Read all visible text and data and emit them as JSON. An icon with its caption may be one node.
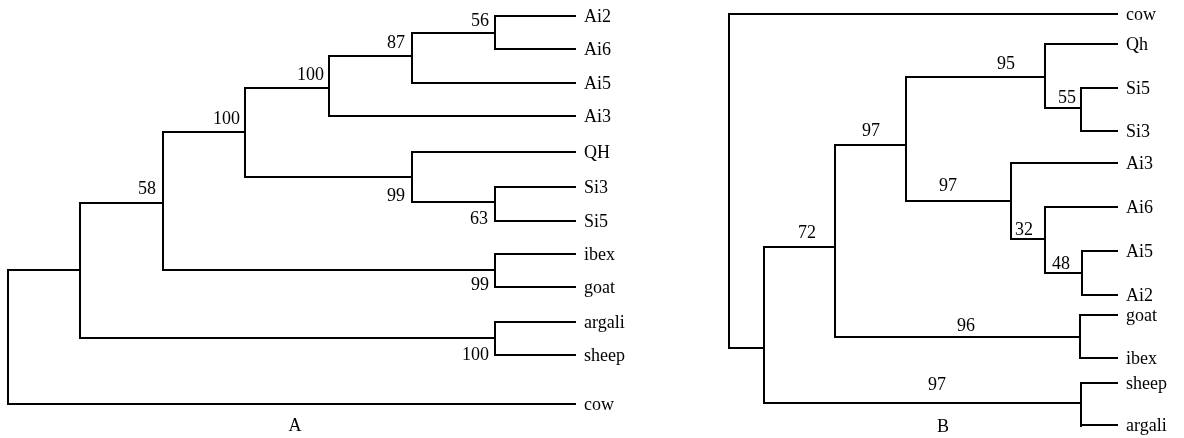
{
  "diagram": {
    "nodes": [
      {
        "text": [
          "Ai2"
        ]
      },
      {
        "text": [
          "Ai6"
        ]
      },
      {
        "text": [
          "Ai5"
        ]
      },
      {
        "text": [
          "Ai3"
        ]
      },
      {
        "text": [
          "QH"
        ]
      },
      {
        "text": [
          "Si3"
        ]
      },
      {
        "text": [
          "Si5"
        ]
      },
      {
        "text": [
          "ibex"
        ]
      },
      {
        "text": [
          "goat"
        ]
      },
      {
        "text": [
          "argali"
        ]
      },
      {
        "text": [
          "sheep"
        ]
      },
      {
        "text": [
          "cow"
        ]
      },
      {
        "text": [],
        "shape": "bar"
      },
      {
        "text": [],
        "shape": "bar"
      },
      {
        "text": [],
        "shape": "bar",
        "beside": [
          "58"
        ]
      },
      {
        "text": [],
        "shape": "bar",
        "beside": [
          "100"
        ]
      },
      {
        "text": [],
        "shape": "bar",
        "beside": [
          "100"
        ]
      },
      {
        "text": [],
        "shape": "bar",
        "beside": [
          "87"
        ]
      },
      {
        "text": [],
        "shape": "bar",
        "beside": [
          "56"
        ]
      },
      {
        "text": [],
        "shape": "bar",
        "beside": [
          "99"
        ]
      },
      {
        "text": [],
        "shape": "bar",
        "beside": [
          "63"
        ]
      },
      {
        "text": [],
        "shape": "bar",
        "beside": [
          "99"
        ]
      },
      {
        "text": [],
        "shape": "bar",
        "beside": [
          "100"
        ]
      },
      {
        "text": [
          "cow"
        ]
      },
      {
        "text": [
          "Qh"
        ]
      },
      {
        "text": [
          "Si5"
        ]
      },
      {
        "text": [
          "Si3"
        ]
      },
      {
        "text": [
          "Ai3"
        ]
      },
      {
        "text": [
          "Ai6"
        ]
      },
      {
        "text": [
          "Ai5"
        ]
      },
      {
        "text": [
          "Ai2"
        ]
      },
      {
        "text": [
          "goat"
        ]
      },
      {
        "text": [
          "ibex"
        ]
      },
      {
        "text": [
          "sheep"
        ]
      },
      {
        "text": [
          "argali"
        ]
      },
      {
        "text": [],
        "shape": "bar"
      },
      {
        "text": [],
        "shape": "bar"
      },
      {
        "text": [],
        "shape": "bar",
        "beside": [
          "72"
        ]
      },
      {
        "text": [],
        "shape": "bar",
        "beside": [
          "97"
        ]
      },
      {
        "text": [],
        "shape": "bar",
        "beside": [
          "95"
        ]
      },
      {
        "text": [],
        "shape": "bar",
        "beside": [
          "55"
        ]
      },
      {
        "text": [],
        "shape": "bar",
        "beside": [
          "97"
        ]
      },
      {
        "text": [],
        "shape": "bar",
        "beside": [
          "32"
        ]
      },
      {
        "text": [],
        "shape": "bar",
        "beside": [
          "48"
        ]
      },
      {
        "text": [],
        "shape": "bar"
      },
      {
        "text": [],
        "shape": "bar"
      }
    ],
    "edges": [
      {
        "from": 12,
        "to": 13,
        "arrow": "none"
      },
      {
        "from": 12,
        "to": 11,
        "arrow": "none"
      },
      {
        "from": 13,
        "to": 14,
        "arrow": "none"
      },
      {
        "from": 13,
        "to": 22,
        "arrow": "none"
      },
      {
        "from": 14,
        "to": 15,
        "arrow": "none"
      },
      {
        "from": 14,
        "to": 21,
        "arrow": "none"
      },
      {
        "from": 15,
        "to": 16,
        "arrow": "none"
      },
      {
        "from": 15,
        "to": 19,
        "arrow": "none"
      },
      {
        "from": 16,
        "to": 17,
        "arrow": "none"
      },
      {
        "from": 16,
        "to": 3,
        "arrow": "none"
      },
      {
        "from": 17,
        "to": 18,
        "arrow": "none"
      },
      {
        "from": 17,
        "to": 2,
        "arrow": "none"
      },
      {
        "from": 18,
        "to": 0,
        "arrow": "none"
      },
      {
        "from": 18,
        "to": 1,
        "arrow": "none"
      },
      {
        "from": 19,
        "to": 4,
        "arrow": "none"
      },
      {
        "from": 19,
        "to": 20,
        "arrow": "none"
      },
      {
        "from": 20,
        "to": 5,
        "arrow": "none"
      },
      {
        "from": 20,
        "to": 6,
        "arrow": "none"
      },
      {
        "from": 21,
        "to": 7,
        "arrow": "none"
      },
      {
        "from": 21,
        "to": 8,
        "arrow": "none"
      },
      {
        "from": 22,
        "to": 9,
        "arrow": "none"
      },
      {
        "from": 22,
        "to": 10,
        "arrow": "none"
      },
      {
        "from": 35,
        "to": 23,
        "arrow": "none"
      },
      {
        "from": 35,
        "to": 36,
        "arrow": "none"
      },
      {
        "from": 36,
        "to": 37,
        "arrow": "none"
      },
      {
        "from": 36,
        "to": 45,
        "arrow": "none"
      },
      {
        "from": 37,
        "to": 38,
        "arrow": "none"
      },
      {
        "from": 37,
        "to": 44,
        "arrow": "none"
      },
      {
        "from": 38,
        "to": 39,
        "arrow": "none"
      },
      {
        "from": 38,
        "to": 41,
        "arrow": "none"
      },
      {
        "from": 39,
        "to": 24,
        "arrow": "none"
      },
      {
        "from": 39,
        "to": 40,
        "arrow": "none"
      },
      {
        "from": 40,
        "to": 25,
        "arrow": "none"
      },
      {
        "from": 40,
        "to": 26,
        "arrow": "none"
      },
      {
        "from": 41,
        "to": 27,
        "arrow": "none"
      },
      {
        "from": 41,
        "to": 42,
        "arrow": "none"
      },
      {
        "from": 42,
        "to": 28,
        "arrow": "none"
      },
      {
        "from": 42,
        "to": 43,
        "arrow": "none"
      },
      {
        "from": 43,
        "to": 29,
        "arrow": "none"
      },
      {
        "from": 43,
        "to": 30,
        "arrow": "none"
      },
      {
        "from": 44,
        "to": 31,
        "arrow": "none"
      },
      {
        "from": 44,
        "to": 32,
        "arrow": "none"
      },
      {
        "from": 45,
        "to": 33,
        "arrow": "none"
      },
      {
        "from": 45,
        "to": 34,
        "arrow": "none"
      }
    ],
    "labels": [
      "96",
      "97",
      "A",
      "B"
    ]
  }
}
